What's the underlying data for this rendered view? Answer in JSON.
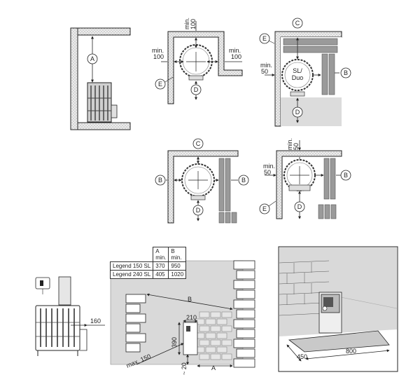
{
  "labels": {
    "a": "A",
    "b": "B",
    "c": "C",
    "d": "D",
    "e": "E",
    "min": "min.",
    "v100": "100",
    "v50": "50",
    "sl_duo_1": "SL/",
    "sl_duo_2": "Duo",
    "dim_160": "160",
    "dim_210": "210",
    "dim_390": "390",
    "dim_max150": "max. 150",
    "dim_20": "~ 20",
    "dim_450": "450",
    "dim_800": "800"
  },
  "table": {
    "header": [
      "",
      "A\nmin.",
      "B\nmin."
    ],
    "rows": [
      [
        "Legend 150 SL",
        "370",
        "950"
      ],
      [
        "Legend 240 SL",
        "405",
        "1020"
      ]
    ]
  },
  "colors": {
    "wall_gray": "#d9d9d9",
    "line": "#222222",
    "stone": "#8a8a8a"
  }
}
